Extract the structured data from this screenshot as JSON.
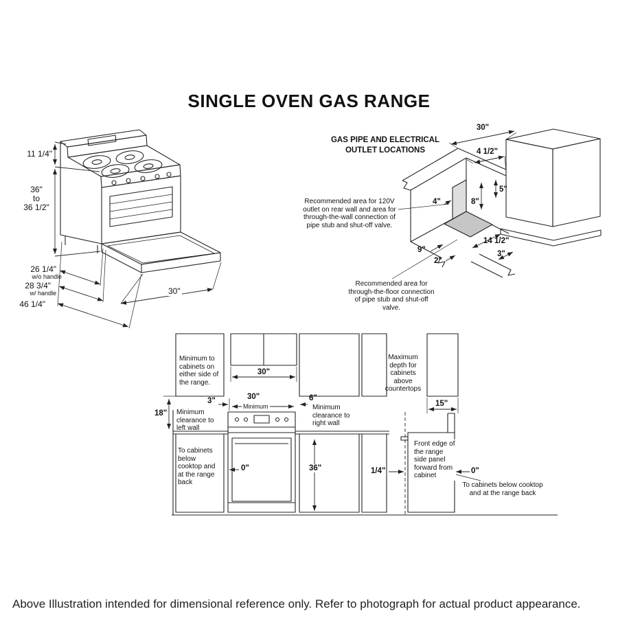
{
  "page": {
    "title": "SINGLE OVEN GAS RANGE",
    "footer": "Above Illustration intended for dimensional reference only. Refer to photograph for actual product appearance."
  },
  "iso": {
    "backsplash_height": "11 1/4\"",
    "height_top": "36\"",
    "height_mid": "to",
    "height_bottom": "36 1/2\"",
    "depth_no_handle": "26 1/4\"",
    "depth_no_handle_note": "w/o handle",
    "depth_with_handle": "28 3/4\"",
    "depth_with_handle_note": "w/ handle",
    "depth_door_open": "46 1/4\"",
    "width": "30\""
  },
  "gas": {
    "heading_line1": "GAS PIPE AND ELECTRICAL",
    "heading_line2": "OUTLET LOCATIONS",
    "wall_note": "Recommended area for 120V outlet on rear wall and area for through-the-wall connection of pipe stub and shut-off valve.",
    "floor_note": "Recommended area for through-the-floor connection of pipe stub and shut-off valve.",
    "dim_30": "30\"",
    "dim_4_5": "4 1/2\"",
    "dim_5": "5\"",
    "dim_4": "4\"",
    "dim_8": "8\"",
    "dim_9": "9\"",
    "dim_2": "2\"",
    "dim_14_5": "14 1/2\"",
    "dim_3": "3\""
  },
  "layout": {
    "side_cabinets_note": "Minimum to cabinets on either side of the range.",
    "dim_30_cabinet": "30\"",
    "dim_3": "3\"",
    "dim_30_min": "30\"",
    "minimum_word": "Minimum",
    "dim_6": "6\"",
    "right_wall_note": "Minimum clearance to right wall",
    "dim_18": "18\"",
    "left_wall_note": "Minimum clearance to left wall",
    "below_cooktop_left_note": "To cabinets below cooktop and at the range back",
    "dim_0_left": "0\"",
    "dim_36": "36\"",
    "max_depth_note": "Maximum depth for cabinets above countertops",
    "dim_15": "15\"",
    "dim_quarter": "1/4\"",
    "front_edge_note": "Front edge of the range side panel forward from cabinet",
    "dim_0_right": "0\"",
    "below_cooktop_right_note": "To cabinets below cooktop and at the range back"
  }
}
